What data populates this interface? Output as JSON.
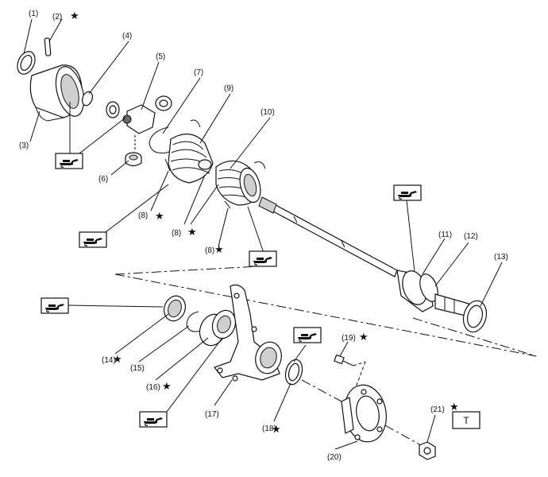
{
  "labels": {
    "p1": "(1)",
    "p2": "(2)",
    "p3": "(3)",
    "p4": "(4)",
    "p5": "(5)",
    "p6": "(6)",
    "p7": "(7)",
    "p8a": "(8)",
    "p8b": "(8)",
    "p8c": "(8)",
    "p9": "(9)",
    "p10": "(10)",
    "p11": "(11)",
    "p12": "(12)",
    "p13": "(13)",
    "p14": "(14)",
    "p15": "(15)",
    "p16": "(16)",
    "p17": "(17)",
    "p18": "(18)",
    "p19": "(19)",
    "p20": "(20)",
    "p21": "(21)"
  },
  "star_symbol": "★",
  "torque_box_text": "T",
  "grease_icon": "grease-gun-icon"
}
